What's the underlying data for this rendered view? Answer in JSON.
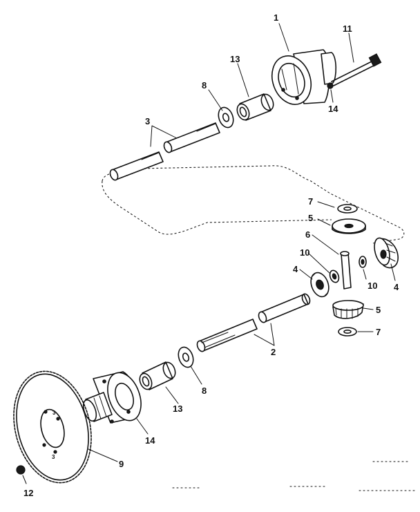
{
  "callouts": {
    "c1": "1",
    "c11": "11",
    "c13_top": "13",
    "c8_top": "8",
    "c3": "3",
    "c14_top": "14",
    "c7_top": "7",
    "c5_top": "5",
    "c6": "6",
    "c10_left": "10",
    "c4_left": "4",
    "c10_right": "10",
    "c4_right": "4",
    "c5_bottom": "5",
    "c7_bottom": "7",
    "c2": "2",
    "c8_bottom": "8",
    "c13_bottom": "13",
    "c14_bottom": "14",
    "c9": "9",
    "c12": "12"
  }
}
